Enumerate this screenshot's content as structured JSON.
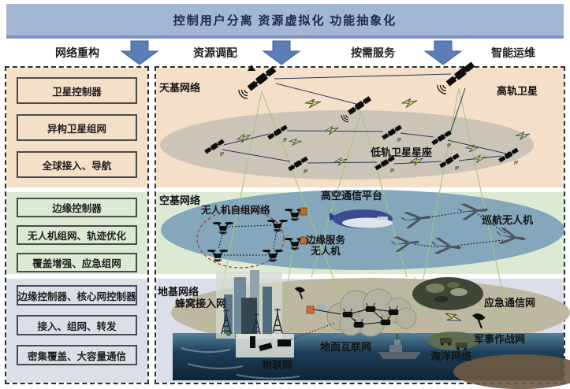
{
  "banner": {
    "title": "控制用户分离 资源虚拟化 功能抽象化"
  },
  "functions": [
    "网络重构",
    "资源调配",
    "按需服务",
    "智能运维"
  ],
  "sidebar": {
    "space_items": [
      "卫星控制器",
      "异构卫星组网",
      "全球接入、导航"
    ],
    "air_items": [
      "边缘控制器",
      "无人机组网、轨迹优化",
      "覆盖增强、应急组网"
    ],
    "ground_items": [
      "边缘控制器、核心网控制器",
      "接入、组网、转发",
      "密集覆盖、大容量通信"
    ]
  },
  "layers": {
    "space": {
      "title": "天基网络",
      "geo_label": "高轨卫星",
      "leo_label": "低轨卫星星座"
    },
    "air": {
      "title": "空基网络",
      "adhoc_label": "无人机自组网络",
      "haps_label": "高空通信平台",
      "edge_label_line1": "边缘服务",
      "edge_label_line2": "无人机",
      "cruise_label": "巡航无人机"
    },
    "ground": {
      "title": "地基网络",
      "cellular_label": "蜂窝接入网",
      "iot_label": "物联网",
      "internet_label": "地面互联网",
      "emergency_label": "应急通信网",
      "military_label": "军事作战网",
      "marine_label": "海洋网络"
    }
  },
  "colors": {
    "banner_bg": "#a3b6d3",
    "arrow_blue": "#5b7db8",
    "space_band": "#f4dfc9",
    "air_band": "#dcead3",
    "ground_band": "#dbdfe9",
    "leo_ellipse": "#c6c1b5",
    "air_ellipse": "#84a7bc",
    "ground_ellipse": "#beb7a1",
    "beam_green": "#a4c77f",
    "bolt_yellow": "#d6de3f"
  }
}
